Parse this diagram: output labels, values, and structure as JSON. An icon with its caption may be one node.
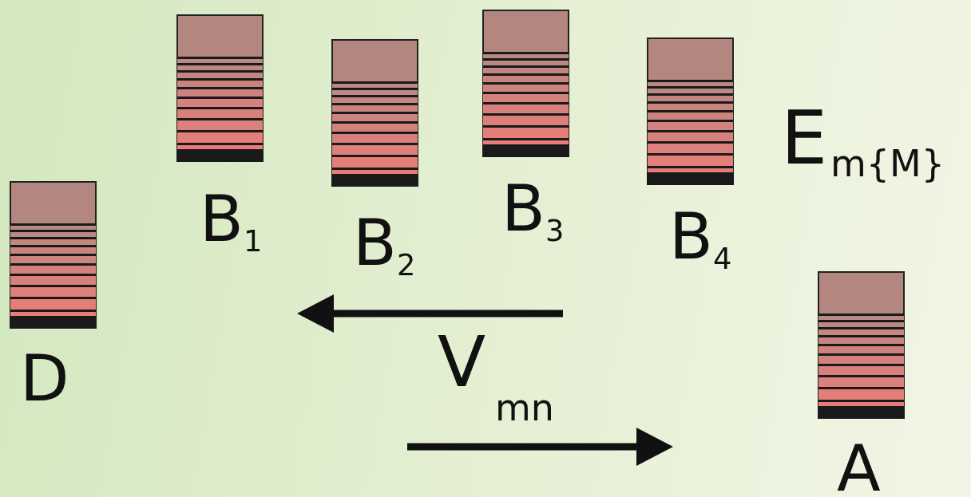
{
  "diagram": {
    "nodes": [
      {
        "text": [
          "D"
        ]
      },
      {
        "text": [
          "B$_{1}$"
        ]
      },
      {
        "text": [
          "B$_{2}$"
        ]
      },
      {
        "text": [
          "B$_{3}$"
        ]
      },
      {
        "text": [
          "B$_{4}$"
        ]
      },
      {
        "text": [
          "A"
        ]
      }
    ],
    "labels": [
      "E",
      "m{M}",
      "V",
      "mn"
    ]
  }
}
